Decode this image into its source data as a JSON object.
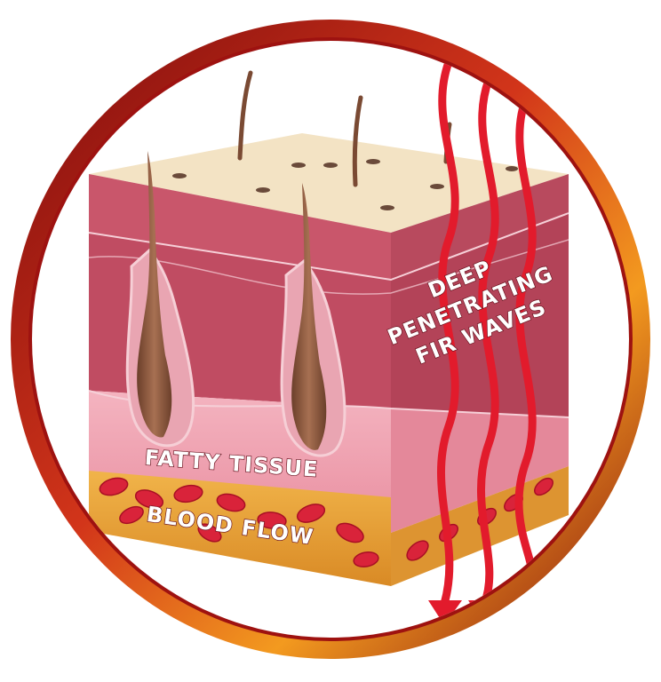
{
  "labels": {
    "fir_waves": [
      "DEEP",
      "PENETRATING",
      "FIR WAVES"
    ],
    "fatty_tissue": "FATTY TISSUE",
    "blood_flow": "BLOOD FLOW"
  },
  "colors": {
    "ring_outer": "#8e0b0f",
    "ring_accent": "#f39a1f",
    "skin_top": "#f3e3c4",
    "epidermis": "#c9566b",
    "dermis": "#c04c62",
    "fatty_tissue": "#f0a0b0",
    "blood_layer": "#e9a23a",
    "blood_cells": "#d9233a",
    "waves": "#e21b2c",
    "hair": "#7a4a33"
  },
  "icons": {
    "waves": "wavy-arrow-icon",
    "hair": "hair-follicle-icon",
    "cell": "blood-cell-icon"
  }
}
